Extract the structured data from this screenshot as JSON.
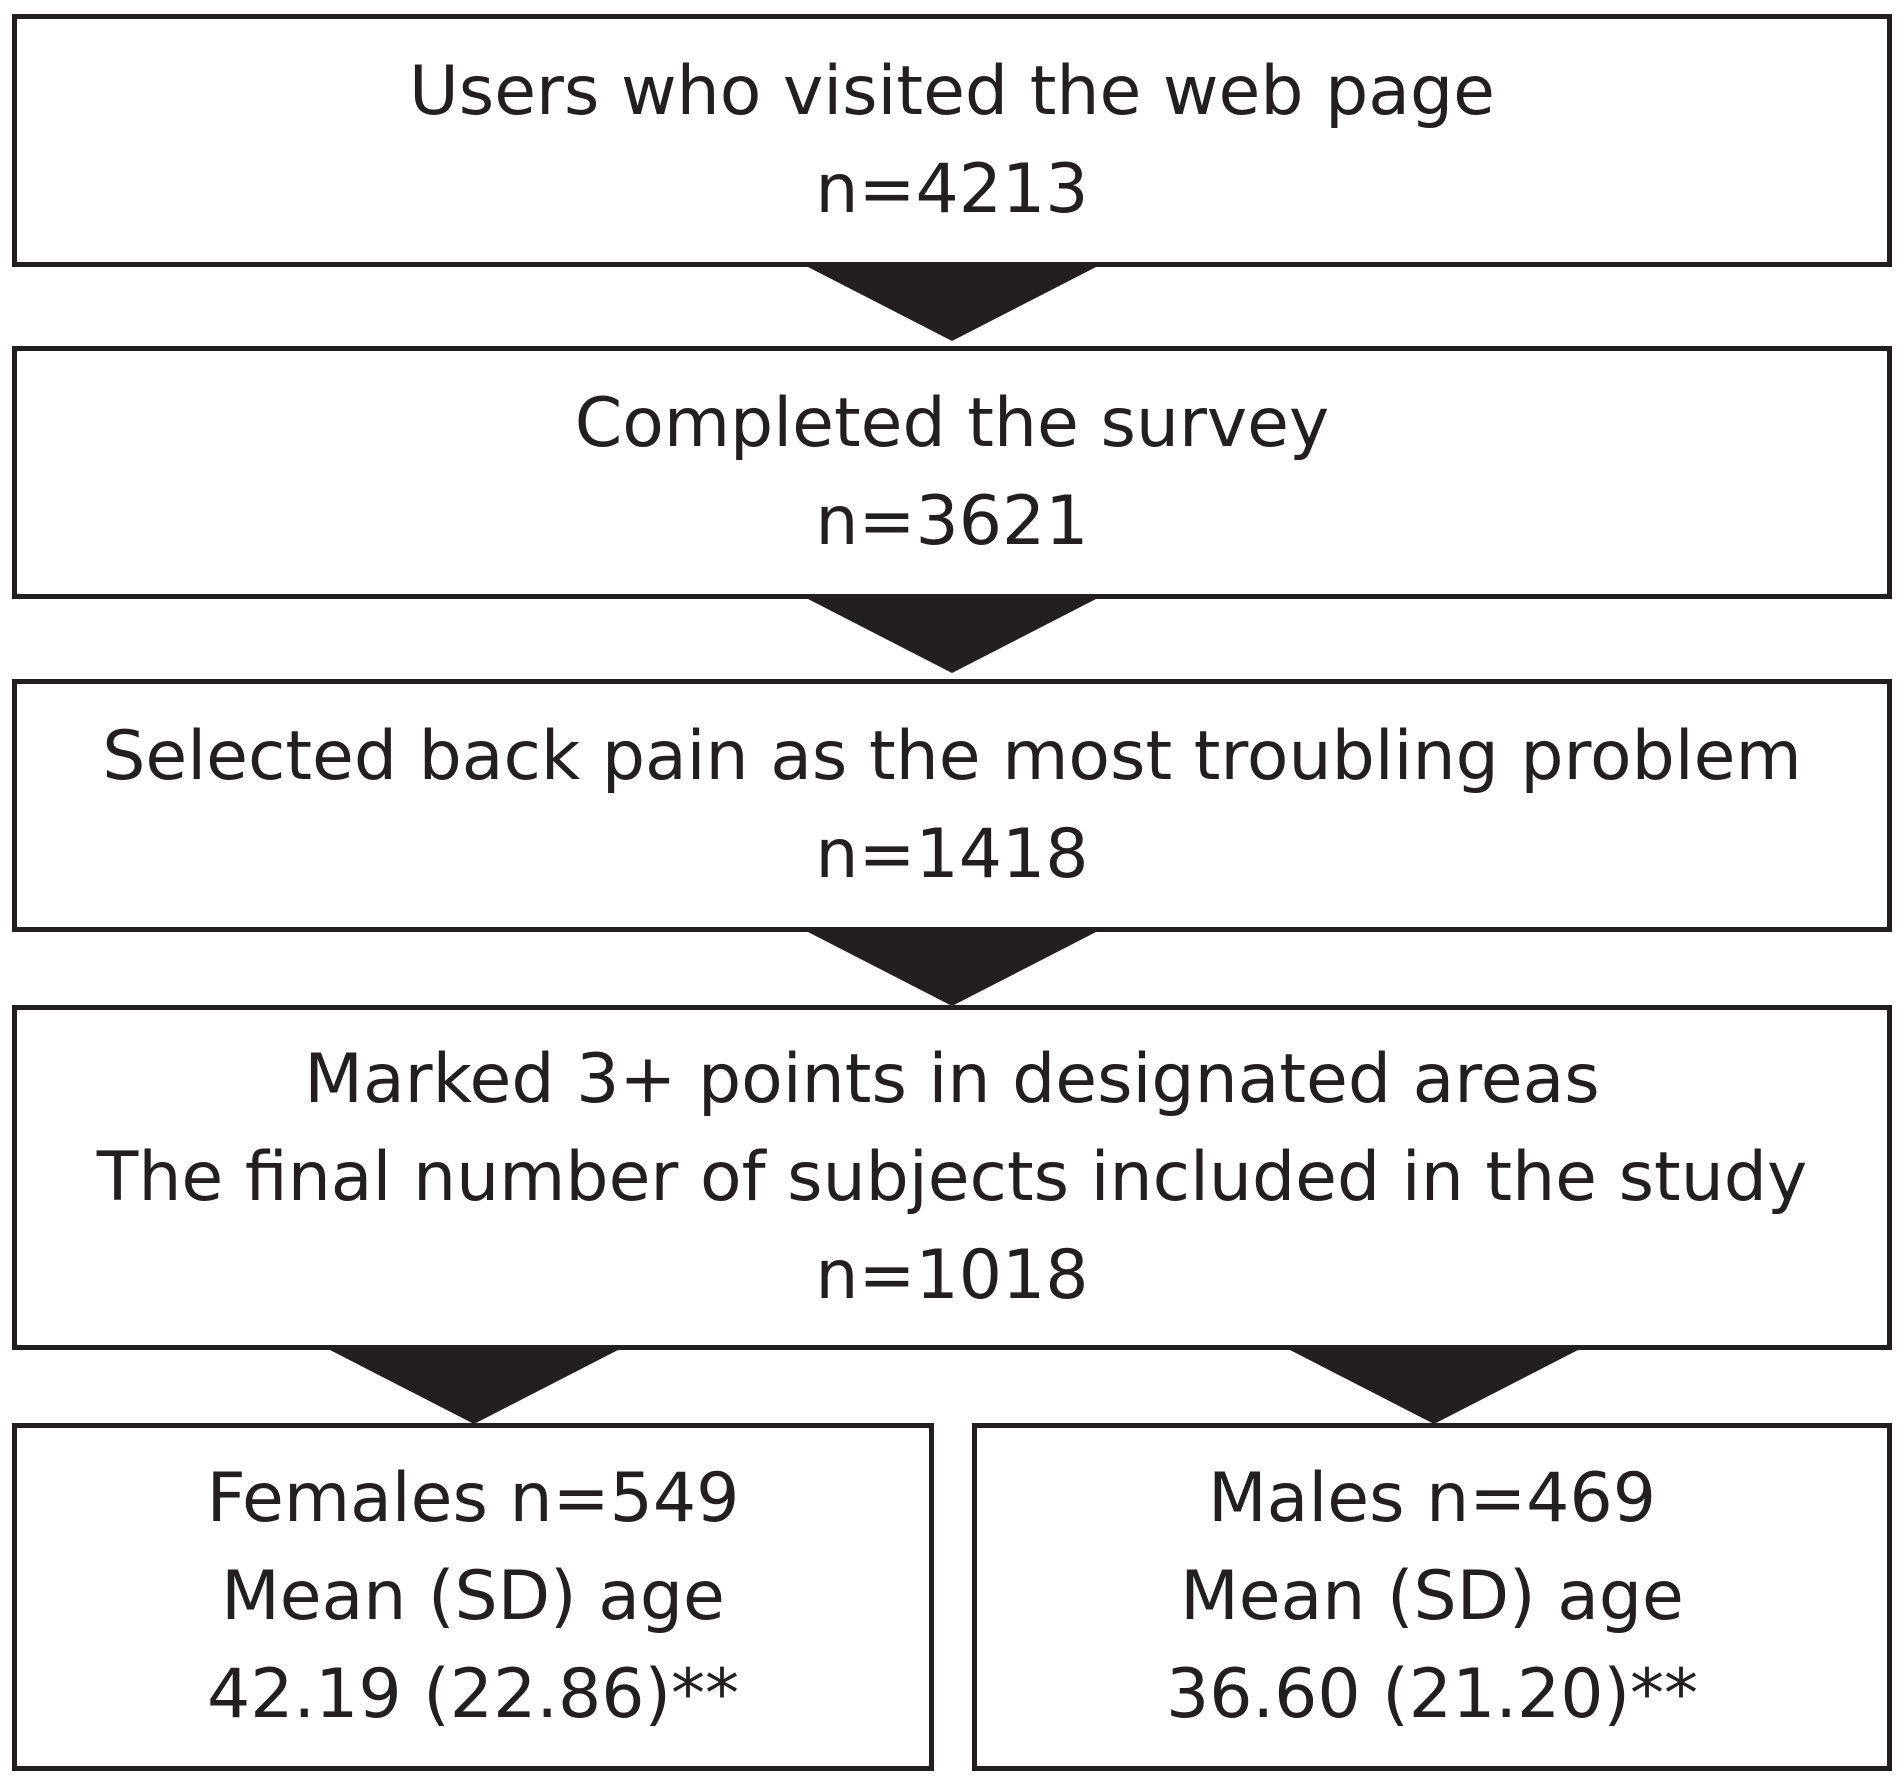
{
  "steps": [
    {
      "line1": "Users who visited the web page",
      "line2": "n=4213"
    },
    {
      "line1": "Completed the survey",
      "line2": "n=3621"
    },
    {
      "line1": "Selected back pain as the most troubling problem",
      "line2": "n=1418"
    },
    {
      "line1": "Marked 3+ points in designated areas",
      "line2": "The final number of subjects included in the study",
      "line3": "n=1018"
    }
  ],
  "groups": {
    "females": {
      "line1": "Females n=549",
      "line2": "Mean (SD) age",
      "line3": "42.19 (22.86)**"
    },
    "males": {
      "line1": "Males n=469",
      "line2": "Mean (SD) age",
      "line3": "36.60 (21.20)**"
    }
  },
  "colors": {
    "stroke": "#231f20",
    "background": "#ffffff"
  }
}
